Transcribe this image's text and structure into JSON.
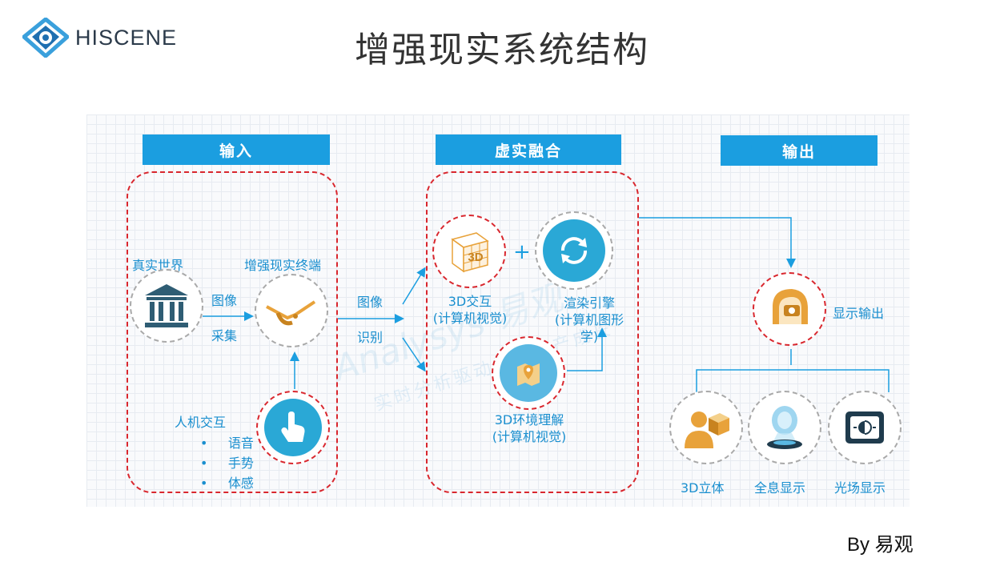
{
  "brand": {
    "name": "HISCENE"
  },
  "title": "增强现实系统结构",
  "sections": {
    "input": "输入",
    "fusion": "虚实融合",
    "output": "输出"
  },
  "input": {
    "real_world": "真实世界",
    "ar_terminal": "增强现实终端",
    "edge_top": "图像",
    "edge_bottom": "采集",
    "hci": "人机交互",
    "bullets": [
      "语音",
      "手势",
      "体感"
    ]
  },
  "flow": {
    "top": "图像",
    "bottom": "识别"
  },
  "fusion": {
    "cube_glyph": "3D",
    "interaction_line1": "3D交互",
    "interaction_line2": "(计算机视觉)",
    "plus": "+",
    "render_line1": "渲染引擎",
    "render_line2": "(计算机图形",
    "render_line3": "学)",
    "env_line1": "3D环境理解",
    "env_line2": "(计算机视觉)"
  },
  "output": {
    "display_out": "显示输出",
    "stereo": "3D立体",
    "hologram": "全息显示",
    "lightfield": "光场显示"
  },
  "watermark": {
    "brand": "Analysys 易观",
    "slogan": "实时分析驱动用户资产成长"
  },
  "footer": {
    "by": "By 易观"
  },
  "colors": {
    "accent_blue": "#1b9ee0",
    "label_blue": "#1a8fcf",
    "dashed_red": "#d9272e",
    "icon_orange": "#e8a23a",
    "icon_dark": "#2f5d74"
  },
  "icons": [
    "logo-icon",
    "museum-icon",
    "glasses-icon",
    "touch-hand-icon",
    "cube-3d-icon",
    "refresh-icon",
    "map-pin-icon",
    "helmet-icon",
    "person-cube-icon",
    "hologram-icon",
    "lightfield-icon"
  ]
}
